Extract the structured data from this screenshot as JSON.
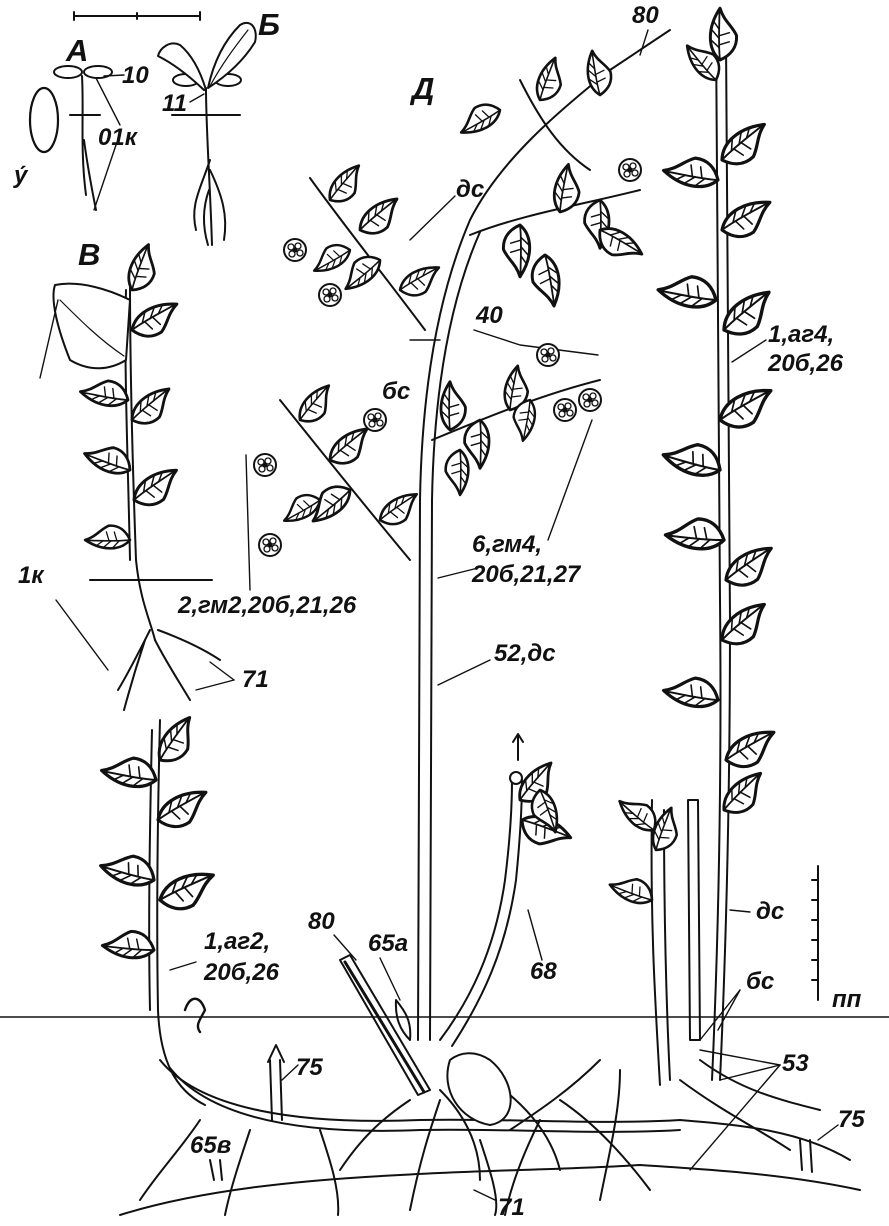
{
  "panels": {
    "a": "А",
    "b": "Б",
    "v": "В",
    "d": "Д"
  },
  "labels": {
    "l10": "10",
    "l11": "11",
    "l01k": "01к",
    "lu": "у́",
    "l80_top": "80",
    "lds_top": "дс",
    "l1ag4_a": "1,аг4,",
    "l1ag4_b": "20б,26",
    "l40": "40",
    "lbs_mid": "бс",
    "l6gm4_a": "6,гм4,",
    "l6gm4_b": "20б,21,27",
    "l2gm2": "2,гм2,20б,21,26",
    "l1k": "1к",
    "l52ds": "52,дс",
    "l71_top": "71",
    "l1ag2_a": "1,аг2,",
    "l1ag2_b": "20б,26",
    "l80_bot": "80",
    "l65a": "65а",
    "l68": "68",
    "lds_right": "дс",
    "lbs_right": "бс",
    "lpp": "пп",
    "l53": "53",
    "l75_left": "75",
    "l75_right": "75",
    "l65v": "65в",
    "l71_bot": "71"
  },
  "colors": {
    "ink": "#111111",
    "paper": "#ffffff"
  }
}
